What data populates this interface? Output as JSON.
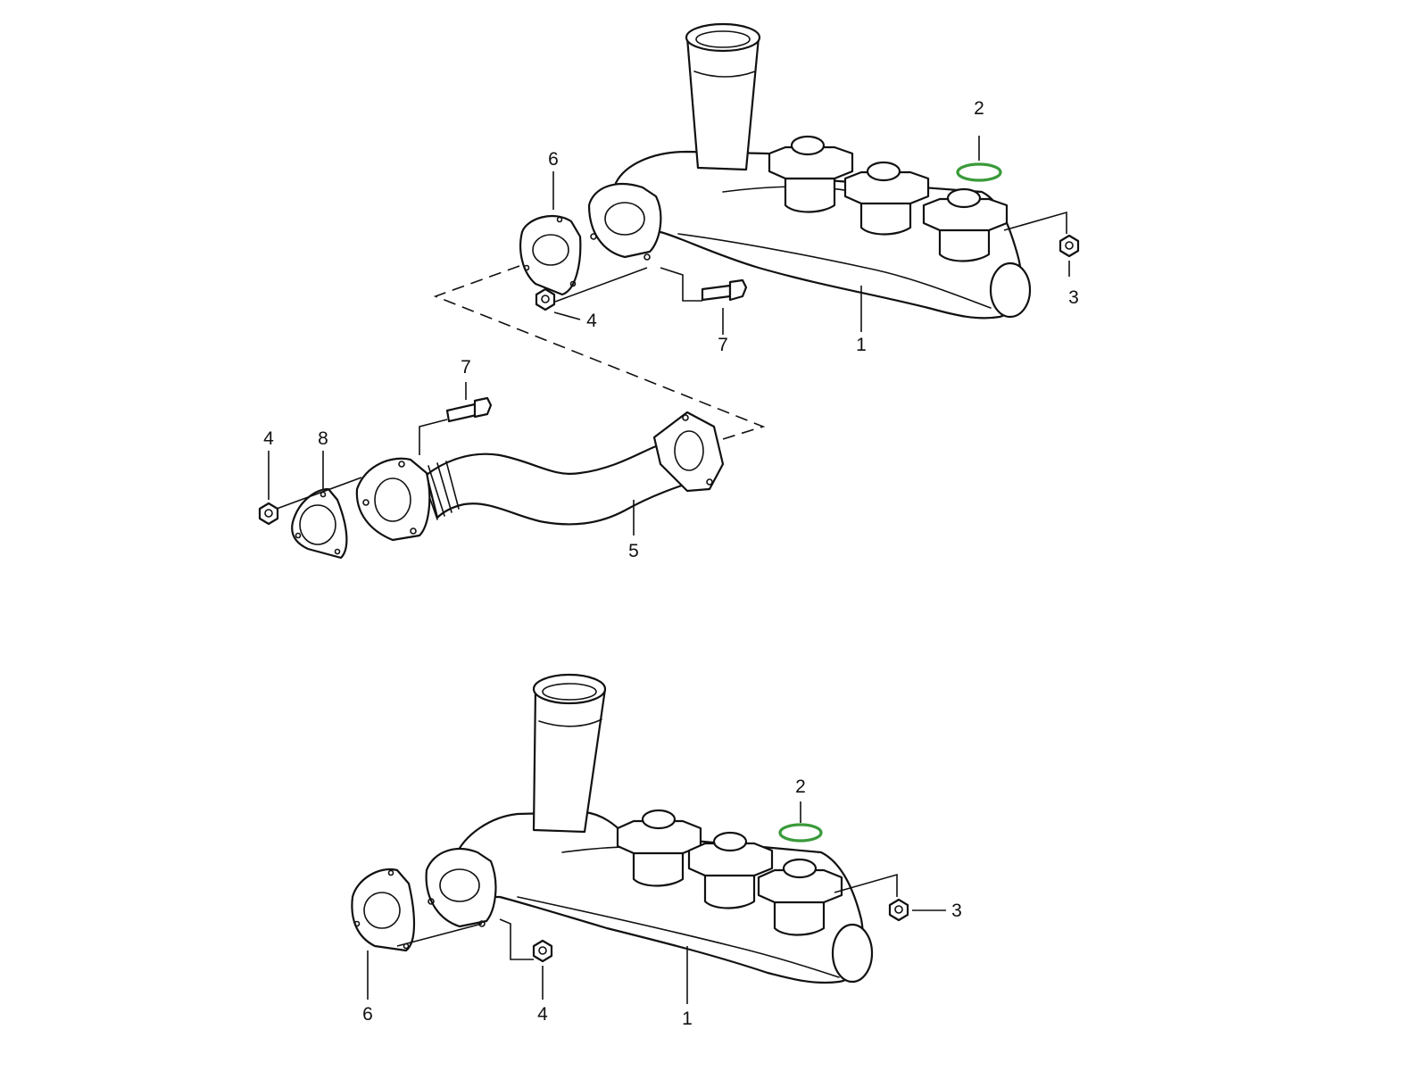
{
  "colors": {
    "line": "#111111",
    "background": "#ffffff",
    "highlight_ring": "#3a9a3a"
  },
  "upper_assembly": {
    "labels": {
      "manifold": "1",
      "ring_gasket": "2",
      "nut_right": "3",
      "nut_left": "4",
      "flange_gasket": "6",
      "bolt": "7"
    }
  },
  "pipe_assembly": {
    "labels": {
      "bolt": "7",
      "nut": "4",
      "gasket": "8",
      "pipe": "5"
    }
  },
  "lower_assembly": {
    "labels": {
      "manifold": "1",
      "ring_gasket": "2",
      "nut_right": "3",
      "nut_left": "4",
      "flange_gasket": "6"
    }
  }
}
